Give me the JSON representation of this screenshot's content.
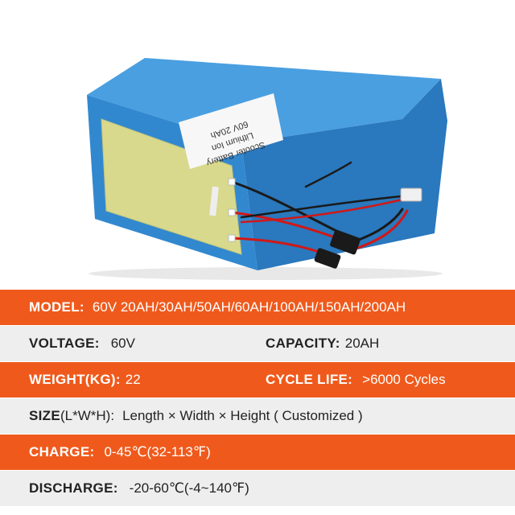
{
  "product": {
    "sticker_lines": [
      "Scooter Battery",
      "Lithium Ion",
      "60V 20Ah"
    ],
    "colors": {
      "case_top": "#3e95d8",
      "case_front": "#2f82c8",
      "case_side": "#2574b8",
      "panel": "#d6d98a",
      "wire_red": "#d01818",
      "wire_black": "#1a1a1a"
    }
  },
  "specs": {
    "model": {
      "label": "MODEL:",
      "value": "60V 20AH/30AH/50AH/60AH/100AH/150AH/200AH"
    },
    "voltage": {
      "label": "VOLTAGE:",
      "value": "60V"
    },
    "capacity": {
      "label": "CAPACITY:",
      "value": "20AH"
    },
    "weight": {
      "label": "WEIGHT(KG):",
      "value": "22"
    },
    "cycle_life": {
      "label": "CYCLE LIFE:",
      "value": ">6000 Cycles"
    },
    "size": {
      "label": "SIZE",
      "label_suffix": " (L*W*H):",
      "value": "Length × Width × Height ( Customized )"
    },
    "charge": {
      "label": "CHARGE:",
      "value": "0-45℃(32-113℉)"
    },
    "discharge": {
      "label": "DISCHARGE:",
      "value": "-20-60℃(-4~140℉)"
    }
  }
}
